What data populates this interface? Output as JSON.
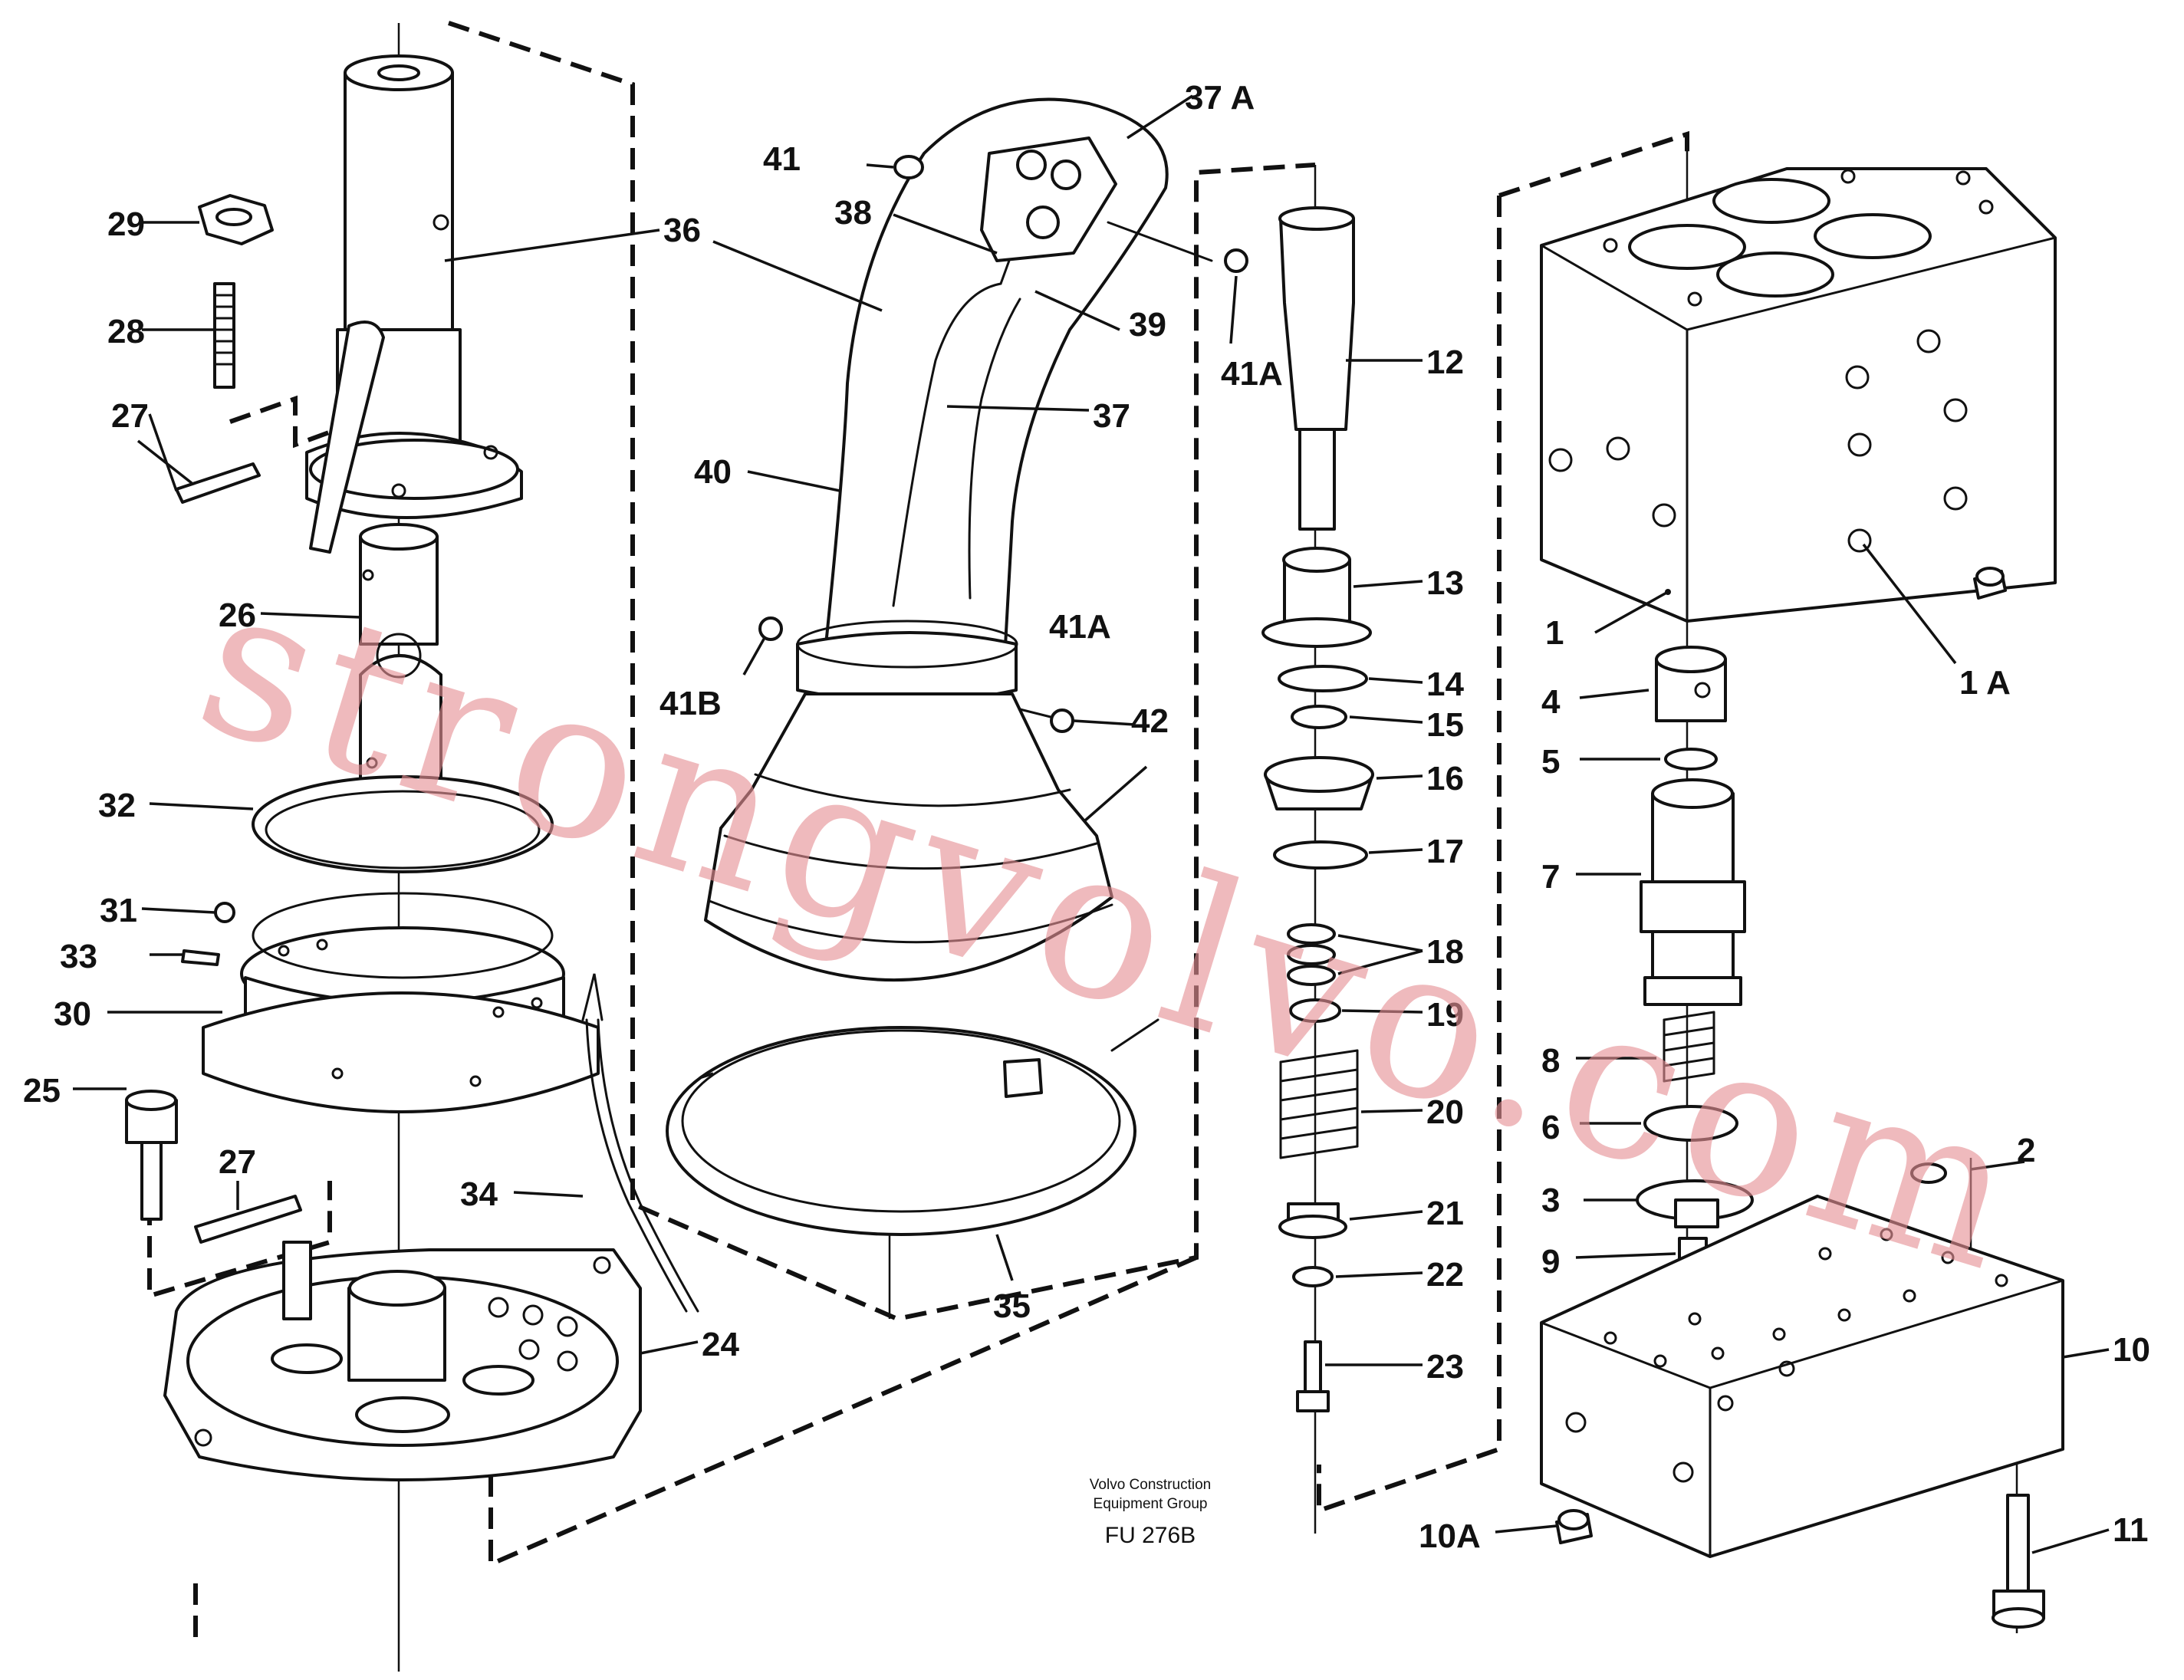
{
  "diagram": {
    "callouts": [
      {
        "id": "1",
        "text": "1"
      },
      {
        "id": "1A",
        "text": "1 A"
      },
      {
        "id": "2",
        "text": "2"
      },
      {
        "id": "3",
        "text": "3"
      },
      {
        "id": "4",
        "text": "4"
      },
      {
        "id": "5",
        "text": "5"
      },
      {
        "id": "6",
        "text": "6"
      },
      {
        "id": "7",
        "text": "7"
      },
      {
        "id": "8",
        "text": "8"
      },
      {
        "id": "9",
        "text": "9"
      },
      {
        "id": "10",
        "text": "10"
      },
      {
        "id": "10A",
        "text": "10A"
      },
      {
        "id": "11",
        "text": "11"
      },
      {
        "id": "12",
        "text": "12"
      },
      {
        "id": "13",
        "text": "13"
      },
      {
        "id": "14",
        "text": "14"
      },
      {
        "id": "15",
        "text": "15"
      },
      {
        "id": "16",
        "text": "16"
      },
      {
        "id": "17",
        "text": "17"
      },
      {
        "id": "18",
        "text": "18"
      },
      {
        "id": "19",
        "text": "19"
      },
      {
        "id": "20",
        "text": "20"
      },
      {
        "id": "21",
        "text": "21"
      },
      {
        "id": "22",
        "text": "22"
      },
      {
        "id": "23",
        "text": "23"
      },
      {
        "id": "24",
        "text": "24"
      },
      {
        "id": "25",
        "text": "25"
      },
      {
        "id": "26",
        "text": "26"
      },
      {
        "id": "27a",
        "text": "27"
      },
      {
        "id": "27b",
        "text": "27"
      },
      {
        "id": "28",
        "text": "28"
      },
      {
        "id": "29",
        "text": "29"
      },
      {
        "id": "30",
        "text": "30"
      },
      {
        "id": "31",
        "text": "31"
      },
      {
        "id": "32",
        "text": "32"
      },
      {
        "id": "33",
        "text": "33"
      },
      {
        "id": "34",
        "text": "34"
      },
      {
        "id": "35",
        "text": "35"
      },
      {
        "id": "36",
        "text": "36"
      },
      {
        "id": "37",
        "text": "37"
      },
      {
        "id": "37A",
        "text": "37 A"
      },
      {
        "id": "38",
        "text": "38"
      },
      {
        "id": "39",
        "text": "39"
      },
      {
        "id": "40",
        "text": "40"
      },
      {
        "id": "41",
        "text": "41"
      },
      {
        "id": "41Aa",
        "text": "41A"
      },
      {
        "id": "41Ab",
        "text": "41A"
      },
      {
        "id": "41B",
        "text": "41B"
      },
      {
        "id": "42",
        "text": "42"
      }
    ],
    "credit_line1": "Volvo Construction",
    "credit_line2": "Equipment Group",
    "figure_code": "FU 276B"
  },
  "watermark": {
    "text": "strongvolvo.com",
    "color": "#e58f95"
  }
}
